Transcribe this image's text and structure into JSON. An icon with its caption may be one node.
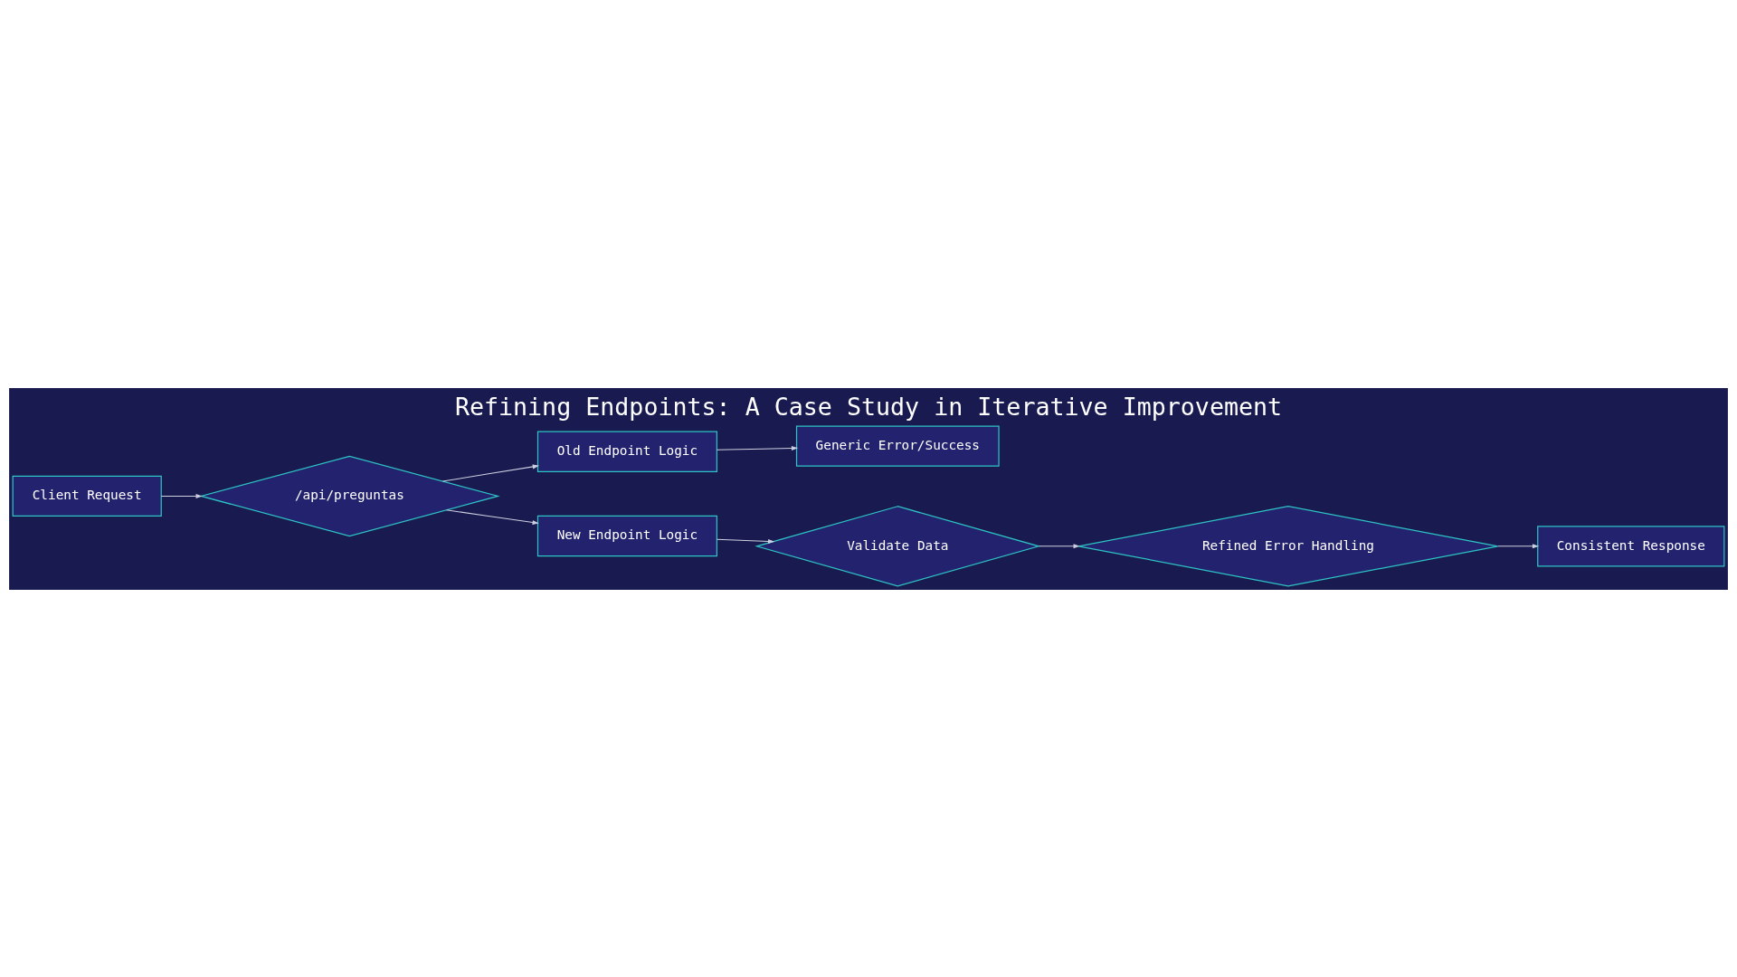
{
  "diagram": {
    "title": "Refining Endpoints: A Case Study in Iterative Improvement",
    "nodes": [
      {
        "text": [
          "Client Request"
        ]
      },
      {
        "text": [
          "/api/preguntas"
        ]
      },
      {
        "text": [
          "Old Endpoint Logic"
        ]
      },
      {
        "text": [
          "Generic Error/Success"
        ]
      },
      {
        "text": [
          "New Endpoint Logic"
        ]
      },
      {
        "text": [
          "Validate Data"
        ]
      },
      {
        "text": [
          "Refined Error Handling"
        ]
      },
      {
        "text": [
          "Consistent Response"
        ]
      }
    ],
    "edges": [
      {
        "from": 0,
        "to": 1,
        "arrow": "to"
      },
      {
        "from": 1,
        "to": 2,
        "arrow": "to"
      },
      {
        "from": 1,
        "to": 4,
        "arrow": "to"
      },
      {
        "from": 2,
        "to": 3,
        "arrow": "to"
      },
      {
        "from": 4,
        "to": 5,
        "arrow": "to"
      },
      {
        "from": 5,
        "to": 6,
        "arrow": "to"
      },
      {
        "from": 6,
        "to": 7,
        "arrow": "to"
      }
    ]
  }
}
